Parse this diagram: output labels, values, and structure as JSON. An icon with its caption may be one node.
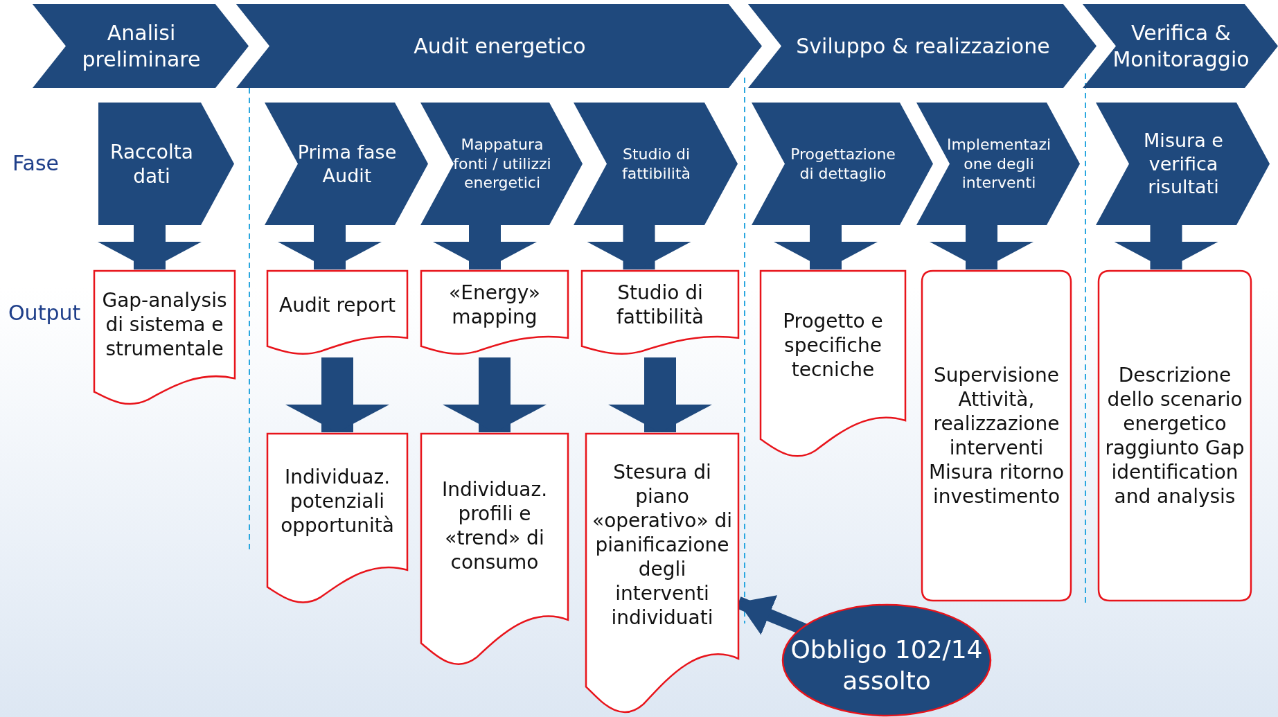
{
  "diagram": {
    "nodes": [
      {
        "text": [
          "Analisi preliminare"
        ]
      },
      {
        "text": [
          "Audit energetico"
        ]
      },
      {
        "text": [
          "Sviluppo & realizzazione"
        ]
      },
      {
        "text": [
          "Verifica & Monitoraggio"
        ]
      },
      {
        "text": [
          "Raccolta dati"
        ]
      },
      {
        "text": [
          "Prima fase Audit"
        ]
      },
      {
        "text": [
          "Mappatura fonti / utilizzi energetici"
        ]
      },
      {
        "text": [
          "Studio di fattibilità"
        ]
      },
      {
        "text": [
          "Progettazione di dettaglio"
        ]
      },
      {
        "text": [
          "Implementazi one degli interventi"
        ]
      },
      {
        "text": [
          "Misura e verifica risultati"
        ]
      },
      {
        "text": [
          "Gap-analysis di sistema e strumentale"
        ]
      },
      {
        "text": [
          "Audit report"
        ]
      },
      {
        "text": [
          "«Energy» mapping"
        ]
      },
      {
        "text": [
          "Studio di fattibilità"
        ]
      },
      {
        "text": [
          "Progetto e specifiche tecniche"
        ]
      },
      {
        "text": [
          "Supervisione Attività, realizzazione interventi Misura ritorno investimento"
        ]
      },
      {
        "text": [
          "Descrizione dello scenario energetico raggiunto Gap identification and analysis"
        ]
      },
      {
        "text": [
          "Individuaz. potenziali opportunità"
        ]
      },
      {
        "text": [
          "Individuaz. profili e «trend» di consumo"
        ]
      },
      {
        "text": [
          "Stesura di piano «operativo» di pianificazione degli interventi individuati"
        ]
      },
      {
        "text": [
          "Obbligo 102/14 assolto"
        ]
      }
    ],
    "edges": [
      {
        "from": 4,
        "to": 11,
        "arrow": "to"
      },
      {
        "from": 5,
        "to": 12,
        "arrow": "to"
      },
      {
        "from": 6,
        "to": 13,
        "arrow": "to"
      },
      {
        "from": 7,
        "to": 14,
        "arrow": "to"
      },
      {
        "from": 8,
        "to": 15,
        "arrow": "to"
      },
      {
        "from": 9,
        "to": 16,
        "arrow": "to"
      },
      {
        "from": 10,
        "to": 17,
        "arrow": "to"
      },
      {
        "from": 12,
        "to": 18,
        "arrow": "to"
      },
      {
        "from": 13,
        "to": 19,
        "arrow": "to"
      },
      {
        "from": 14,
        "to": 20,
        "arrow": "to"
      },
      {
        "from": 21,
        "to": 20,
        "arrow": "to"
      }
    ],
    "labels": [
      "Fase",
      "Output"
    ]
  }
}
